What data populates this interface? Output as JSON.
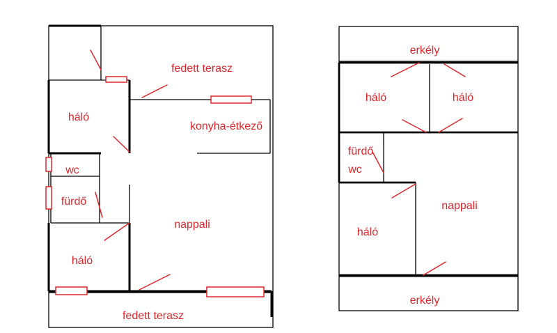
{
  "colors": {
    "wall": "#000000",
    "accent": "#e0262b"
  },
  "plan_left": {
    "labels": {
      "fedett_terasz_top": "fedett terasz",
      "halo_upper": "háló",
      "konyha": "konyha-étkező",
      "wc": "wc",
      "furdo": "fürdő",
      "nappali": "nappali",
      "halo_lower": "háló",
      "fedett_terasz_bottom": "fedett terasz"
    }
  },
  "plan_right": {
    "labels": {
      "erkely_top": "erkély",
      "halo_left": "háló",
      "halo_right": "háló",
      "furdo": "fürdő",
      "wc": "wc",
      "nappali": "nappali",
      "halo_lower": "háló",
      "erkely_bottom": "erkély"
    }
  }
}
